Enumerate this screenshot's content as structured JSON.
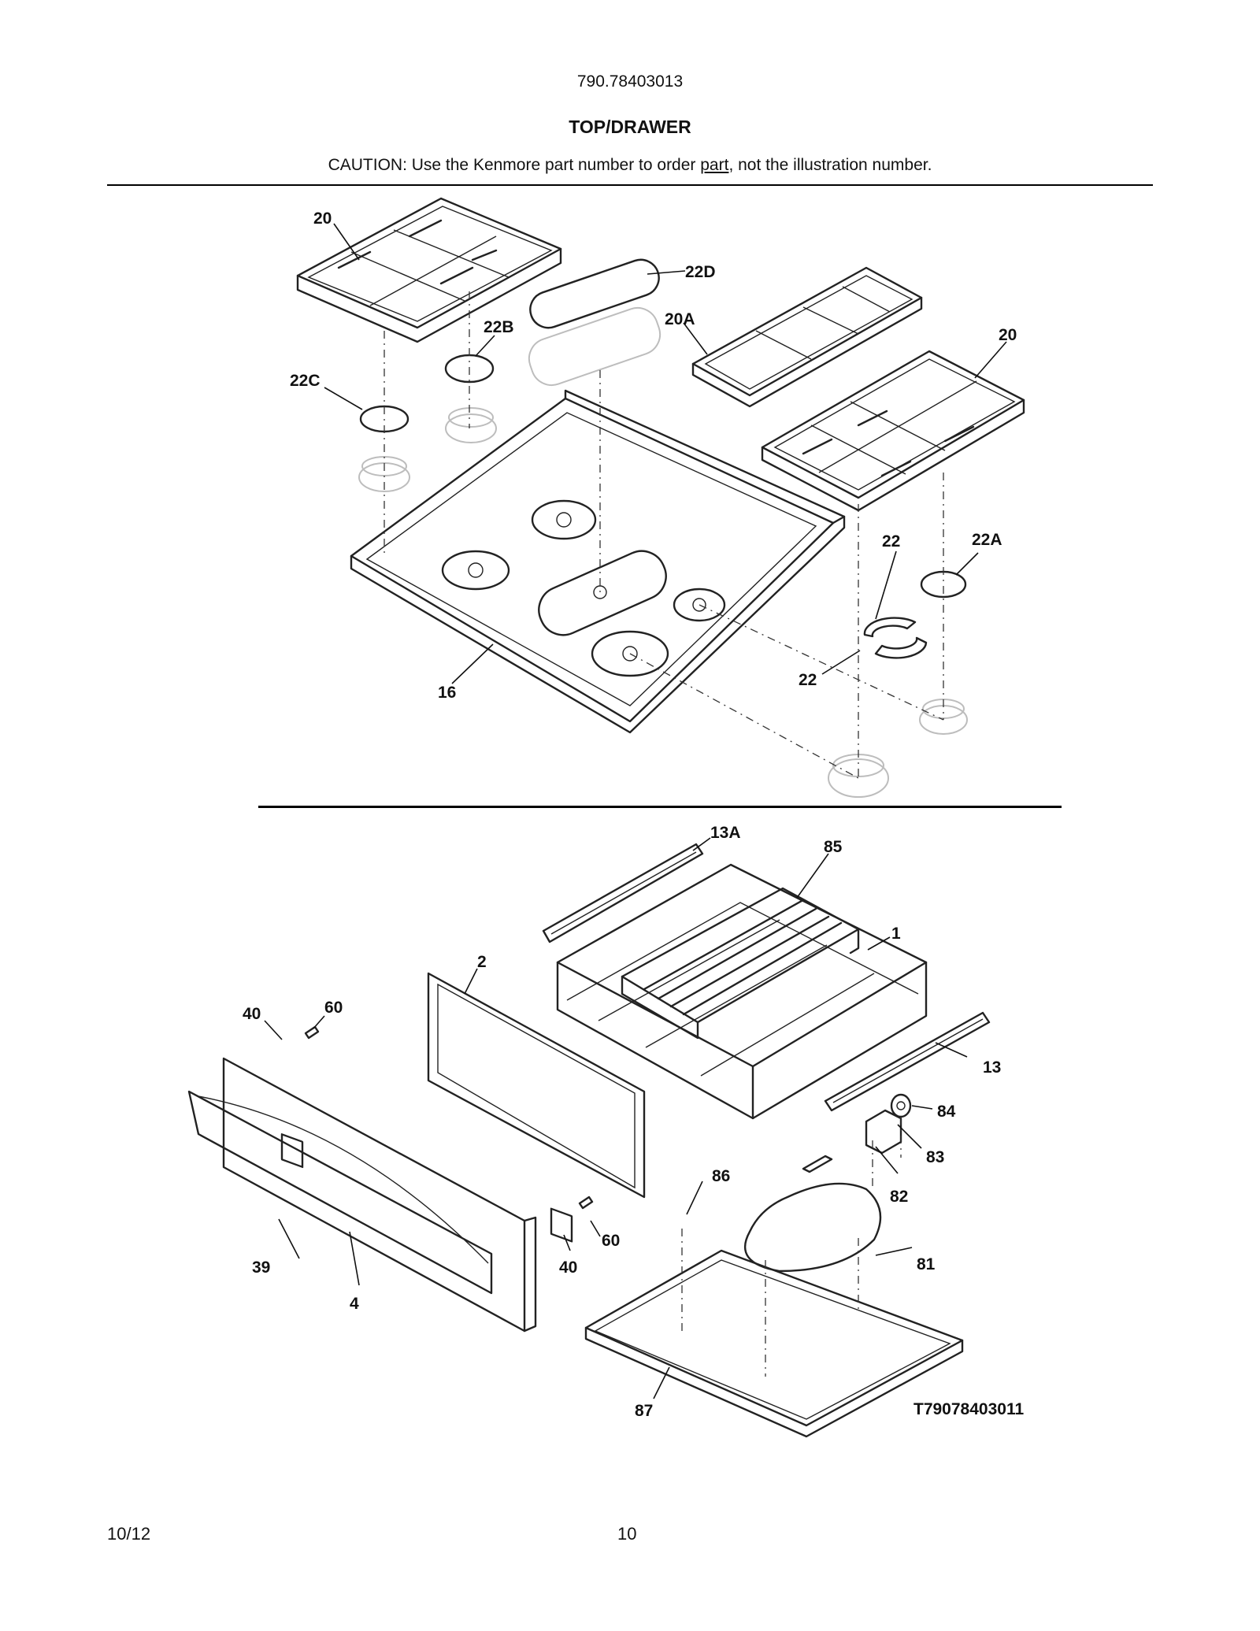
{
  "header": {
    "model_number": "790.78403013",
    "title": "TOP/DRAWER",
    "caution_prefix": "CAUTION: Use the Kenmore part number to order ",
    "caution_link": "part",
    "caution_suffix": ", not the illustration number."
  },
  "callouts": {
    "c20a": "20",
    "c22d": "22D",
    "c22b": "22B",
    "c20A": "20A",
    "c20b": "20",
    "c22C": "22C",
    "c22a": "22",
    "c22A": "22A",
    "c22b2": "22",
    "c16": "16",
    "c13A": "13A",
    "c85": "85",
    "c1": "1",
    "c2": "2",
    "c40a": "40",
    "c60a": "60",
    "c13": "13",
    "c84": "84",
    "c83": "83",
    "c82": "82",
    "c86": "86",
    "c60b": "60",
    "c39": "39",
    "c40b": "40",
    "c81": "81",
    "c4": "4",
    "c87": "87"
  },
  "drawing_id": "T79078403011",
  "footer": {
    "date": "10/12",
    "page": "10"
  }
}
